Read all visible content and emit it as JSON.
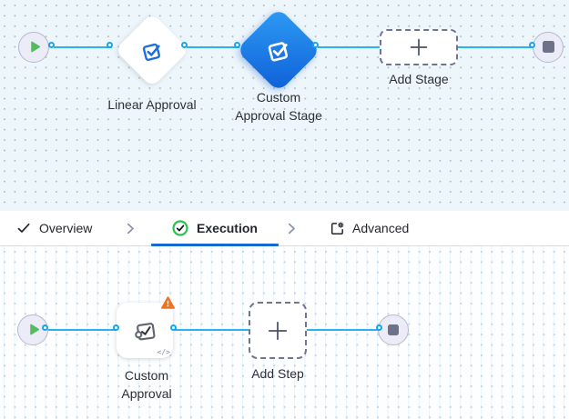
{
  "canvas_top": {
    "stage1_label": "Linear Approval",
    "stage2_label": "Custom Approval Stage",
    "stage2_selected": true,
    "add_stage_label": "Add Stage"
  },
  "tabs": {
    "items": [
      {
        "label": "Overview",
        "icon": "check-icon",
        "state": "complete"
      },
      {
        "label": "Execution",
        "icon": "check-circle-icon",
        "state": "active"
      },
      {
        "label": "Advanced",
        "icon": "panel-gear-icon",
        "state": "default"
      }
    ]
  },
  "canvas_bottom": {
    "step1_label": "Custom Approval",
    "step1_has_warning": true,
    "code_badge": "</>",
    "add_step_label": "Add Step"
  },
  "icons": {
    "start": "play-icon",
    "end": "stop-icon",
    "stage": "approval-check-icon",
    "step": "puzzle-check-icon",
    "add": "plus-icon",
    "warning": "warning-triangle-icon",
    "separator": "chevron-right-icon"
  },
  "colors": {
    "edge_blue": "#2ab3f0",
    "port_blue": "#14a5ee",
    "active_tab_blue": "#1569d3",
    "selected_gradient_start": "#2e9cf4",
    "selected_gradient_end": "#0e5fd8",
    "warning_orange": "#f0731f",
    "success_green": "#2bc24b",
    "play_green": "#57b960",
    "canvas_top_bg": "#edf6fb",
    "canvas_bottom_bg": "#fdfeff"
  }
}
